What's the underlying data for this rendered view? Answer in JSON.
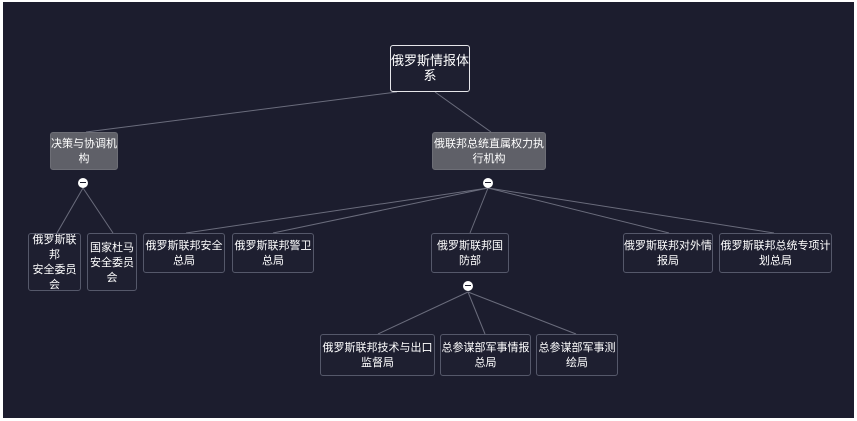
{
  "diagram": {
    "root": {
      "label": "俄罗斯情报体系"
    },
    "groups": {
      "decision": {
        "label": "决策与协调机构"
      },
      "executive": {
        "label": "俄联邦总统直属权力执行机构"
      }
    },
    "decision_children": [
      {
        "label": "俄罗斯联邦\n安全委员会"
      },
      {
        "label": "国家杜马\n安全委员会"
      }
    ],
    "executive_children": [
      {
        "label": "俄罗斯联邦安全总局"
      },
      {
        "label": "俄罗斯联邦警卫总局"
      },
      {
        "label": "俄罗斯联邦国防部"
      },
      {
        "label": "俄罗斯联邦对外情报局"
      },
      {
        "label": "俄罗斯联邦总统专项计划总局"
      }
    ],
    "defense_children": [
      {
        "label": "俄罗斯联邦技术与出口监督局"
      },
      {
        "label": "总参谋部军事情报总局"
      },
      {
        "label": "总参谋部军事测绘局"
      }
    ],
    "colors": {
      "background": "#1c1d2e",
      "node_fill": "#1e1f30",
      "node_border": "#55586a",
      "group_fill": "#5f6068",
      "root_border": "#e6e6ea",
      "edge": "#6a6c7c",
      "text": "#ffffff"
    }
  }
}
